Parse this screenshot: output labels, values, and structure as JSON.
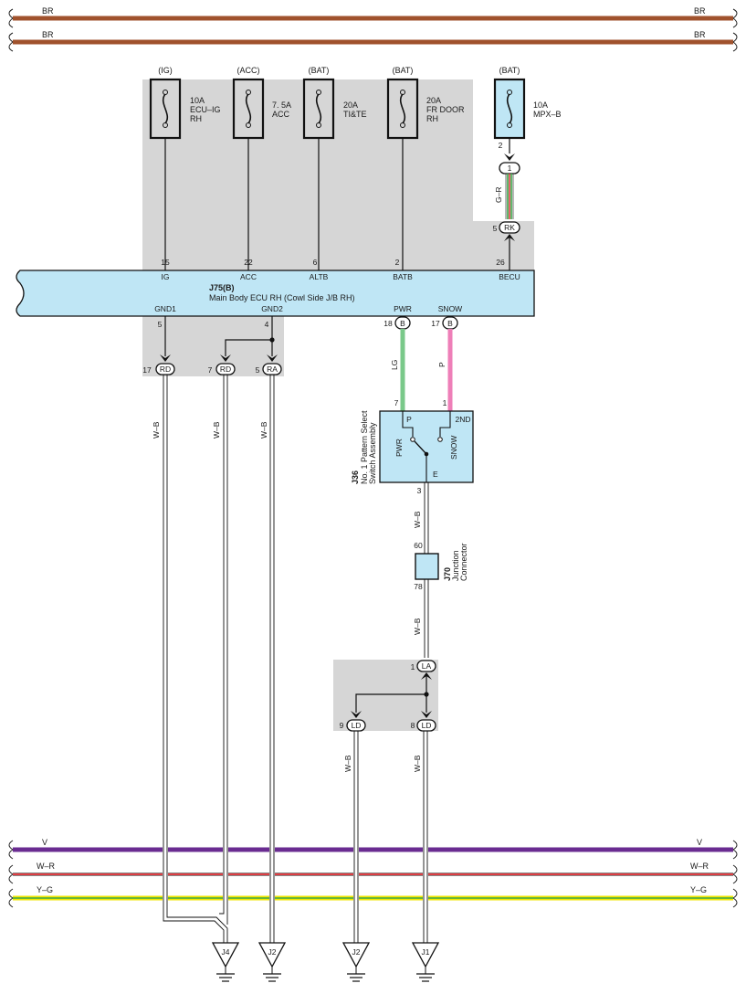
{
  "colors": {
    "br": "#a0522d",
    "v": "#6a2c91",
    "wr": "#d9232a",
    "yg_yellow": "#f2e600",
    "yg_green": "#3aa64a",
    "lg": "#7ac98a",
    "p": "#ee7fb8",
    "gr_green": "#3aa64a",
    "gr_red": "#d9232a",
    "ecu_fill": "#bfe6f5",
    "shade": "#d6d6d6"
  },
  "buses": {
    "top1": {
      "left": "BR",
      "right": "BR"
    },
    "top2": {
      "left": "BR",
      "right": "BR"
    },
    "v": {
      "left": "V",
      "right": "V"
    },
    "wr": {
      "left": "W–R",
      "right": "W–R"
    },
    "yg": {
      "left": "Y–G",
      "right": "Y–G"
    }
  },
  "fuses": [
    {
      "source": "(IG)",
      "line1": "10A",
      "line2": "ECU–IG",
      "line3": "RH"
    },
    {
      "source": "(ACC)",
      "line1": "7. 5A",
      "line2": "ACC",
      "line3": ""
    },
    {
      "source": "(BAT)",
      "line1": "20A",
      "line2": "TI&TE",
      "line3": ""
    },
    {
      "source": "(BAT)",
      "line1": "20A",
      "line2": "FR DOOR",
      "line3": "RH"
    },
    {
      "source": "(BAT)",
      "line1": "10A",
      "line2": "MPX–B",
      "line3": ""
    }
  ],
  "ecu": {
    "code": "J75(B)",
    "name": "Main Body ECU RH (Cowl Side J/B RH)",
    "top_pins": [
      {
        "pin": "15",
        "label": "IG"
      },
      {
        "pin": "22",
        "label": "ACC"
      },
      {
        "pin": "6",
        "label": "ALTB"
      },
      {
        "pin": "2",
        "label": "BATB"
      },
      {
        "pin": "26",
        "label": "BECU"
      }
    ],
    "bottom_pins": [
      {
        "pin": "5",
        "label": "GND1"
      },
      {
        "pin": "4",
        "label": "GND2"
      },
      {
        "pin": "18",
        "label": "PWR",
        "conn": "B"
      },
      {
        "pin": "17",
        "label": "SNOW",
        "conn": "B"
      }
    ]
  },
  "mpx": {
    "pin_top": "2",
    "conn1": "1",
    "wire": "G–R",
    "pin_rk": "5",
    "conn_rk": "RK"
  },
  "gnd_connectors": [
    {
      "pin": "17",
      "conn": "RD"
    },
    {
      "pin": "7",
      "conn": "RD"
    },
    {
      "pin": "5",
      "conn": "RA"
    }
  ],
  "wires": {
    "wb": "W–B",
    "lg": "LG",
    "p": "P"
  },
  "switch": {
    "code": "J36",
    "name1": "No. 1 Pattern Select",
    "name2": "Switch Assembly",
    "pin_p": "7",
    "pin_2nd": "1",
    "pin_e": "3",
    "lbl_p": "P",
    "lbl_2nd": "2ND",
    "lbl_pwr": "PWR",
    "lbl_snow": "SNOW",
    "lbl_e": "E"
  },
  "junction": {
    "code": "J70",
    "name1": "Junction",
    "name2": "Connector",
    "pin_top": "60",
    "pin_bottom": "78"
  },
  "la": {
    "pin": "1",
    "conn": "LA"
  },
  "ld": [
    {
      "pin": "9",
      "conn": "LD"
    },
    {
      "pin": "8",
      "conn": "LD"
    }
  ],
  "grounds": [
    "J4",
    "J2",
    "J2",
    "J1"
  ]
}
